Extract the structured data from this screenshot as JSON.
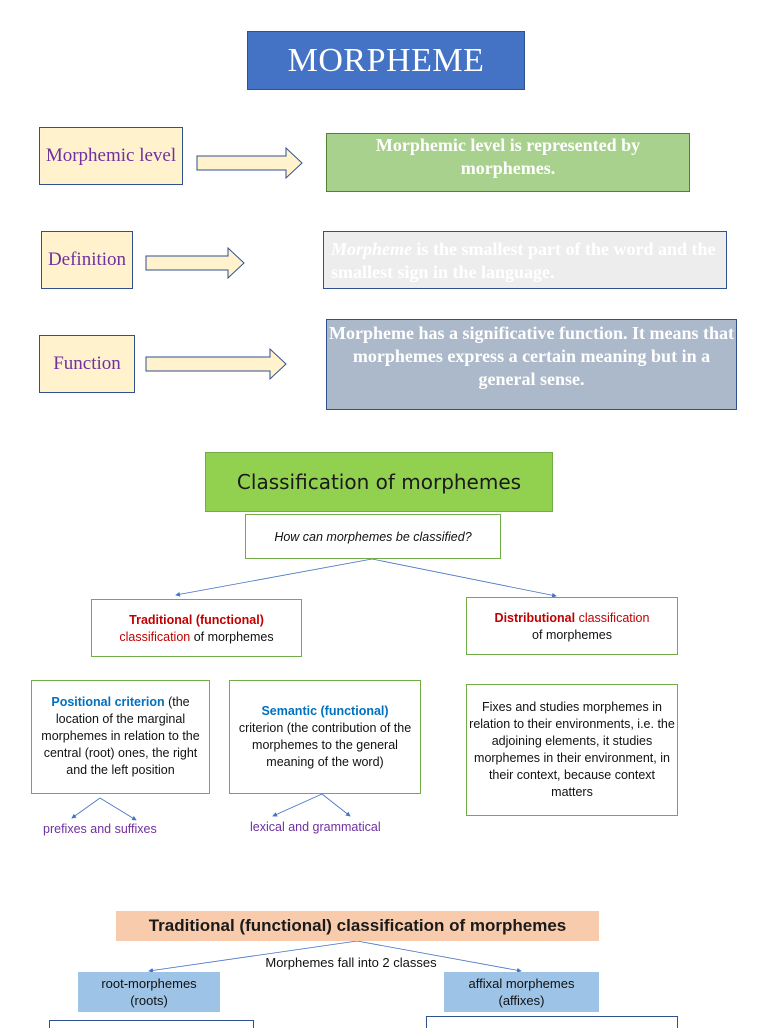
{
  "title": "MORPHEME",
  "rows": {
    "level": {
      "label": "Morphemic level",
      "text": "Morphemic level is represented by morphemes."
    },
    "definition": {
      "label": "Definition",
      "term": "Morpheme",
      "text": " is the smallest part of the word and the smallest sign in the language."
    },
    "function": {
      "label": "Function",
      "text": "Morpheme has a significative function. It means that morphemes express a certain meaning but in a general sense."
    }
  },
  "classification": {
    "header": "Classification of morphemes",
    "question": "How can morphemes be classified?",
    "traditional": {
      "part1": "Traditional (functional)",
      "part2": "classification",
      "part3": " of morphemes"
    },
    "distributional": {
      "part1": "Distributional",
      "part2": " classification",
      "part3": "of morphemes"
    },
    "positional": {
      "term": "Positional criterion",
      "text": " (the location of the marginal morphemes in relation to the central (root) ones, the right and the left position"
    },
    "semantic": {
      "term": "Semantic (functional)",
      "text": "criterion (the contribution of the morphemes to the general meaning of the word)"
    },
    "fixes": "Fixes and studies morphemes in relation to their environments, i.e. the adjoining elements, it studies morphemes in their environment, in their context, because context matters",
    "prefixes_label": "prefixes and suffixes",
    "lexical_label": "lexical and grammatical"
  },
  "traditional_section": {
    "header": "Traditional (functional) classification of morphemes",
    "subtitle": "Morphemes fall into 2 classes",
    "root": {
      "line1": "root-morphemes",
      "line2": "(roots)"
    },
    "affix": {
      "line1": "affixal morphemes",
      "line2": "(affixes)"
    }
  },
  "colors": {
    "title_bg": "#4472c4",
    "label_bg": "#fff2cc",
    "label_text": "#7030a0",
    "level_bg": "#a9d18e",
    "definition_bg": "#ededed",
    "function_bg": "#acb9ca",
    "classification_bg": "#92d050",
    "traditional_header_bg": "#f8cbad",
    "class_box_bg": "#9dc3e6",
    "red": "#c00000",
    "blue": "#0070c0"
  }
}
